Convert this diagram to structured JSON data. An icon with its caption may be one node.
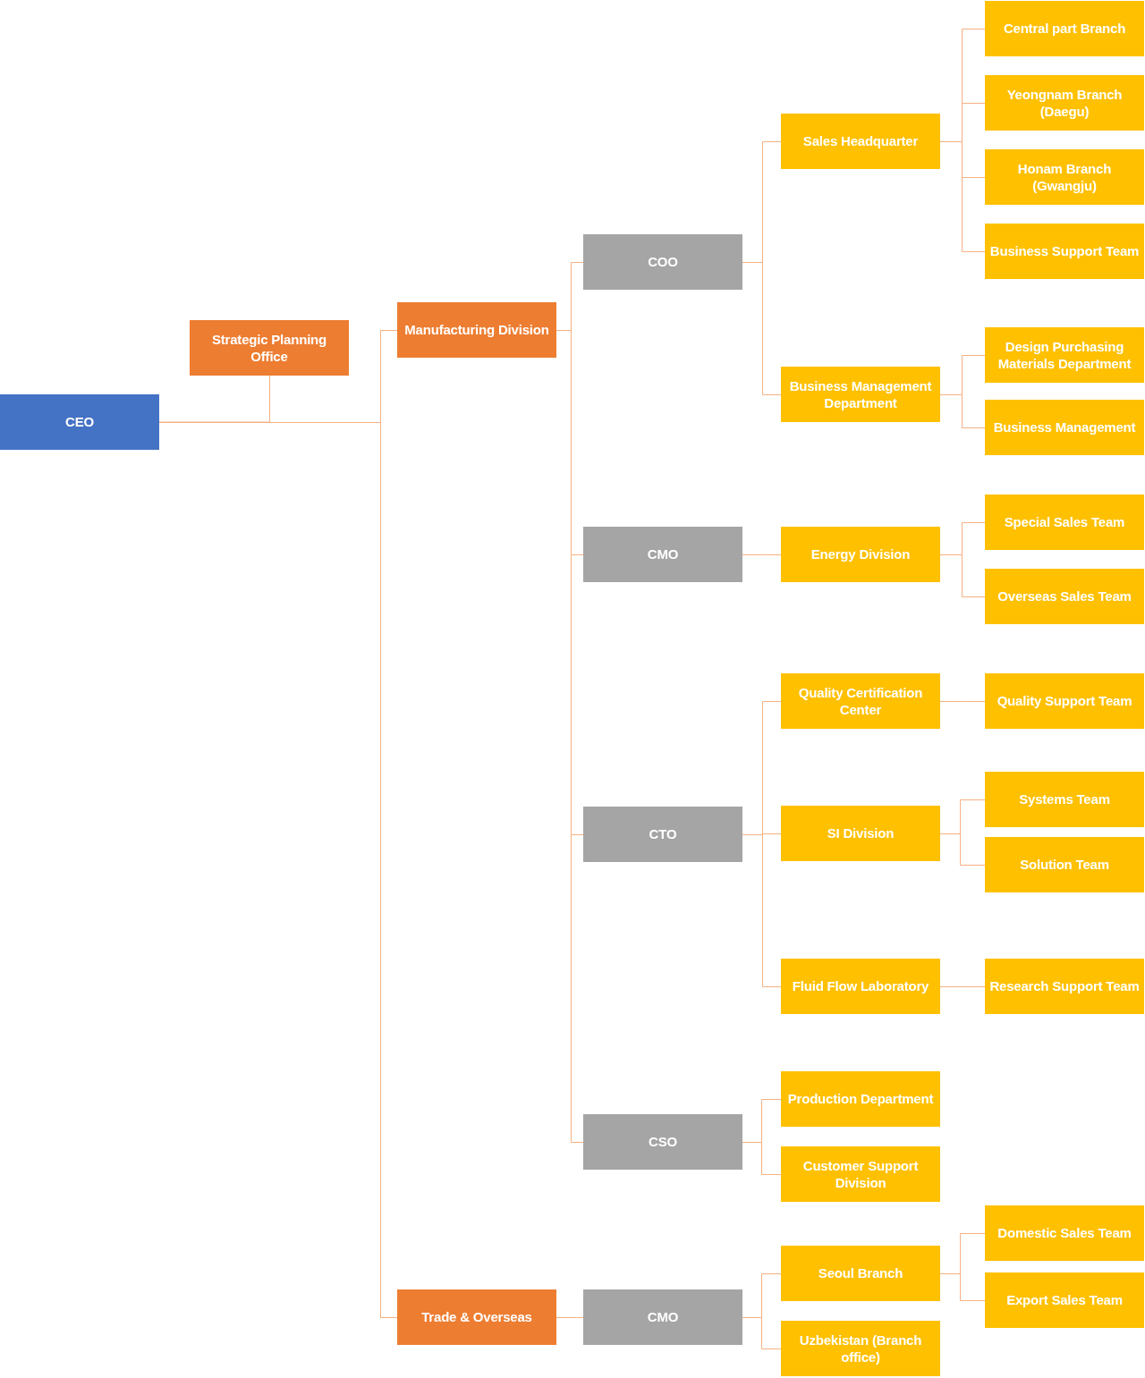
{
  "diagram": {
    "nodes": [
      {
        "text": [
          "CEO"
        ]
      },
      {
        "text": [
          "Strategic Planning Office"
        ]
      },
      {
        "text": [
          "Manufacturing Division"
        ]
      },
      {
        "text": [
          "COO"
        ]
      },
      {
        "text": [
          "Sales Headquarter"
        ]
      },
      {
        "text": [
          "Central part Branch"
        ]
      },
      {
        "text": [
          "Yeongnam Branch (Daegu)"
        ]
      },
      {
        "text": [
          "Honam Branch (Gwangju)"
        ]
      },
      {
        "text": [
          "Business Support Team"
        ]
      },
      {
        "text": [
          "Business Management Department"
        ]
      },
      {
        "text": [
          "Design Purchasing Materials Department"
        ]
      },
      {
        "text": [
          "Business Management"
        ]
      },
      {
        "text": [
          "CMO"
        ]
      },
      {
        "text": [
          "Energy Division"
        ]
      },
      {
        "text": [
          "Special Sales Team"
        ]
      },
      {
        "text": [
          "Overseas Sales Team"
        ]
      },
      {
        "text": [
          "CTO"
        ]
      },
      {
        "text": [
          "Quality Certification Center"
        ]
      },
      {
        "text": [
          "Quality Support Team"
        ]
      },
      {
        "text": [
          "SI Division"
        ]
      },
      {
        "text": [
          "Systems Team"
        ]
      },
      {
        "text": [
          "Solution Team"
        ]
      },
      {
        "text": [
          "Fluid Flow Laboratory"
        ]
      },
      {
        "text": [
          "Research Support Team"
        ]
      },
      {
        "text": [
          "CSO"
        ]
      },
      {
        "text": [
          "Production Department"
        ]
      },
      {
        "text": [
          "Customer Support Division"
        ]
      },
      {
        "text": [
          "Trade & Overseas"
        ]
      },
      {
        "text": [
          "CMO"
        ]
      },
      {
        "text": [
          "Seoul Branch"
        ]
      },
      {
        "text": [
          "Uzbekistan (Branch office)"
        ]
      },
      {
        "text": [
          "Domestic Sales Team"
        ]
      },
      {
        "text": [
          "Export Sales Team"
        ]
      }
    ],
    "edges": [
      {
        "from": 0,
        "to": 1,
        "arrow": "none"
      },
      {
        "from": 0,
        "to": 2,
        "arrow": "none"
      },
      {
        "from": 0,
        "to": 27,
        "arrow": "none"
      },
      {
        "from": 2,
        "to": 3,
        "arrow": "none"
      },
      {
        "from": 2,
        "to": 12,
        "arrow": "none"
      },
      {
        "from": 2,
        "to": 16,
        "arrow": "none"
      },
      {
        "from": 2,
        "to": 24,
        "arrow": "none"
      },
      {
        "from": 3,
        "to": 4,
        "arrow": "none"
      },
      {
        "from": 3,
        "to": 9,
        "arrow": "none"
      },
      {
        "from": 4,
        "to": 5,
        "arrow": "none"
      },
      {
        "from": 4,
        "to": 6,
        "arrow": "none"
      },
      {
        "from": 4,
        "to": 7,
        "arrow": "none"
      },
      {
        "from": 4,
        "to": 8,
        "arrow": "none"
      },
      {
        "from": 9,
        "to": 10,
        "arrow": "none"
      },
      {
        "from": 9,
        "to": 11,
        "arrow": "none"
      },
      {
        "from": 12,
        "to": 13,
        "arrow": "none"
      },
      {
        "from": 13,
        "to": 14,
        "arrow": "none"
      },
      {
        "from": 13,
        "to": 15,
        "arrow": "none"
      },
      {
        "from": 16,
        "to": 17,
        "arrow": "none"
      },
      {
        "from": 16,
        "to": 19,
        "arrow": "none"
      },
      {
        "from": 16,
        "to": 22,
        "arrow": "none"
      },
      {
        "from": 17,
        "to": 18,
        "arrow": "none"
      },
      {
        "from": 19,
        "to": 20,
        "arrow": "none"
      },
      {
        "from": 19,
        "to": 21,
        "arrow": "none"
      },
      {
        "from": 22,
        "to": 23,
        "arrow": "none"
      },
      {
        "from": 24,
        "to": 25,
        "arrow": "none"
      },
      {
        "from": 24,
        "to": 26,
        "arrow": "none"
      },
      {
        "from": 27,
        "to": 28,
        "arrow": "none"
      },
      {
        "from": 28,
        "to": 29,
        "arrow": "none"
      },
      {
        "from": 28,
        "to": 30,
        "arrow": "none"
      },
      {
        "from": 29,
        "to": 31,
        "arrow": "none"
      },
      {
        "from": 29,
        "to": 32,
        "arrow": "none"
      }
    ]
  }
}
